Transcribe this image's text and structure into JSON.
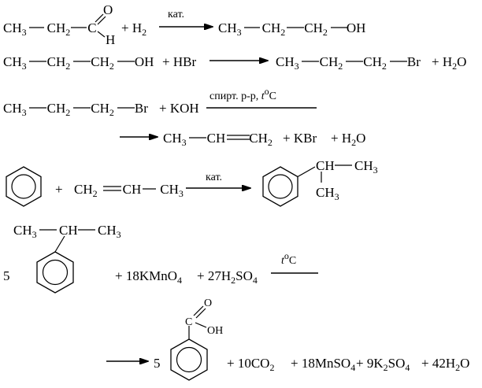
{
  "reactions": {
    "r1": {
      "reactant_a": [
        "CH",
        "3",
        "CH",
        "2",
        "C"
      ],
      "o_label": "O",
      "h_label": "H",
      "plus_h2": [
        "+ H",
        "2"
      ],
      "condition": "кат.",
      "product": [
        "CH",
        "3",
        "CH",
        "2",
        "CH",
        "2",
        "OH"
      ]
    },
    "r2": {
      "reactant": [
        "CH",
        "3",
        "CH",
        "2",
        "CH",
        "2",
        "OH"
      ],
      "plus_hbr": "+ HBr",
      "product": [
        "CH",
        "3",
        "CH",
        "2",
        "CH",
        "2",
        "Br"
      ],
      "plus_h2o": [
        "+ H",
        "2",
        "O"
      ]
    },
    "r3": {
      "reactant": [
        "CH",
        "3",
        "CH",
        "2",
        "CH",
        "2",
        "Br"
      ],
      "plus_koh": "+ KOH",
      "condition_text": "спирт. р-р, ",
      "condition_t": "t",
      "condition_o": "o",
      "condition_c": "C",
      "product": [
        "CH",
        "3",
        "CH",
        "CH",
        "2"
      ],
      "plus_kbr": "+ KBr",
      "plus_h2o": [
        "+ H",
        "2",
        "O"
      ]
    },
    "r4": {
      "plus": "+",
      "propene": [
        "CH",
        "2",
        "CH",
        "CH",
        "3"
      ],
      "condition": "кат.",
      "product_ch": "CH",
      "product_ch3_right": [
        "CH",
        "3"
      ],
      "product_ch3_down": [
        "CH",
        "3"
      ]
    },
    "r5": {
      "coef": "5",
      "top_ch3_left": [
        "CH",
        "3"
      ],
      "top_ch": "CH",
      "top_ch3_right": [
        "CH",
        "3"
      ],
      "kmno4": [
        "+ 18KMnO",
        "4"
      ],
      "h2so4": [
        "+ 27H",
        "2",
        "SO",
        "4"
      ],
      "condition_t": "t",
      "condition_o": "o",
      "condition_c": "C",
      "product_coef": "5",
      "c_label": "C",
      "o_label": "O",
      "oh_label": "OH",
      "co2": [
        "+ 10CO",
        "2"
      ],
      "mnso4": [
        "+ 18MnSO",
        "4"
      ],
      "k2so4": [
        "+ 9K",
        "2",
        "SO",
        "4"
      ],
      "h2o": [
        "+ 42H",
        "2",
        "O"
      ]
    }
  }
}
